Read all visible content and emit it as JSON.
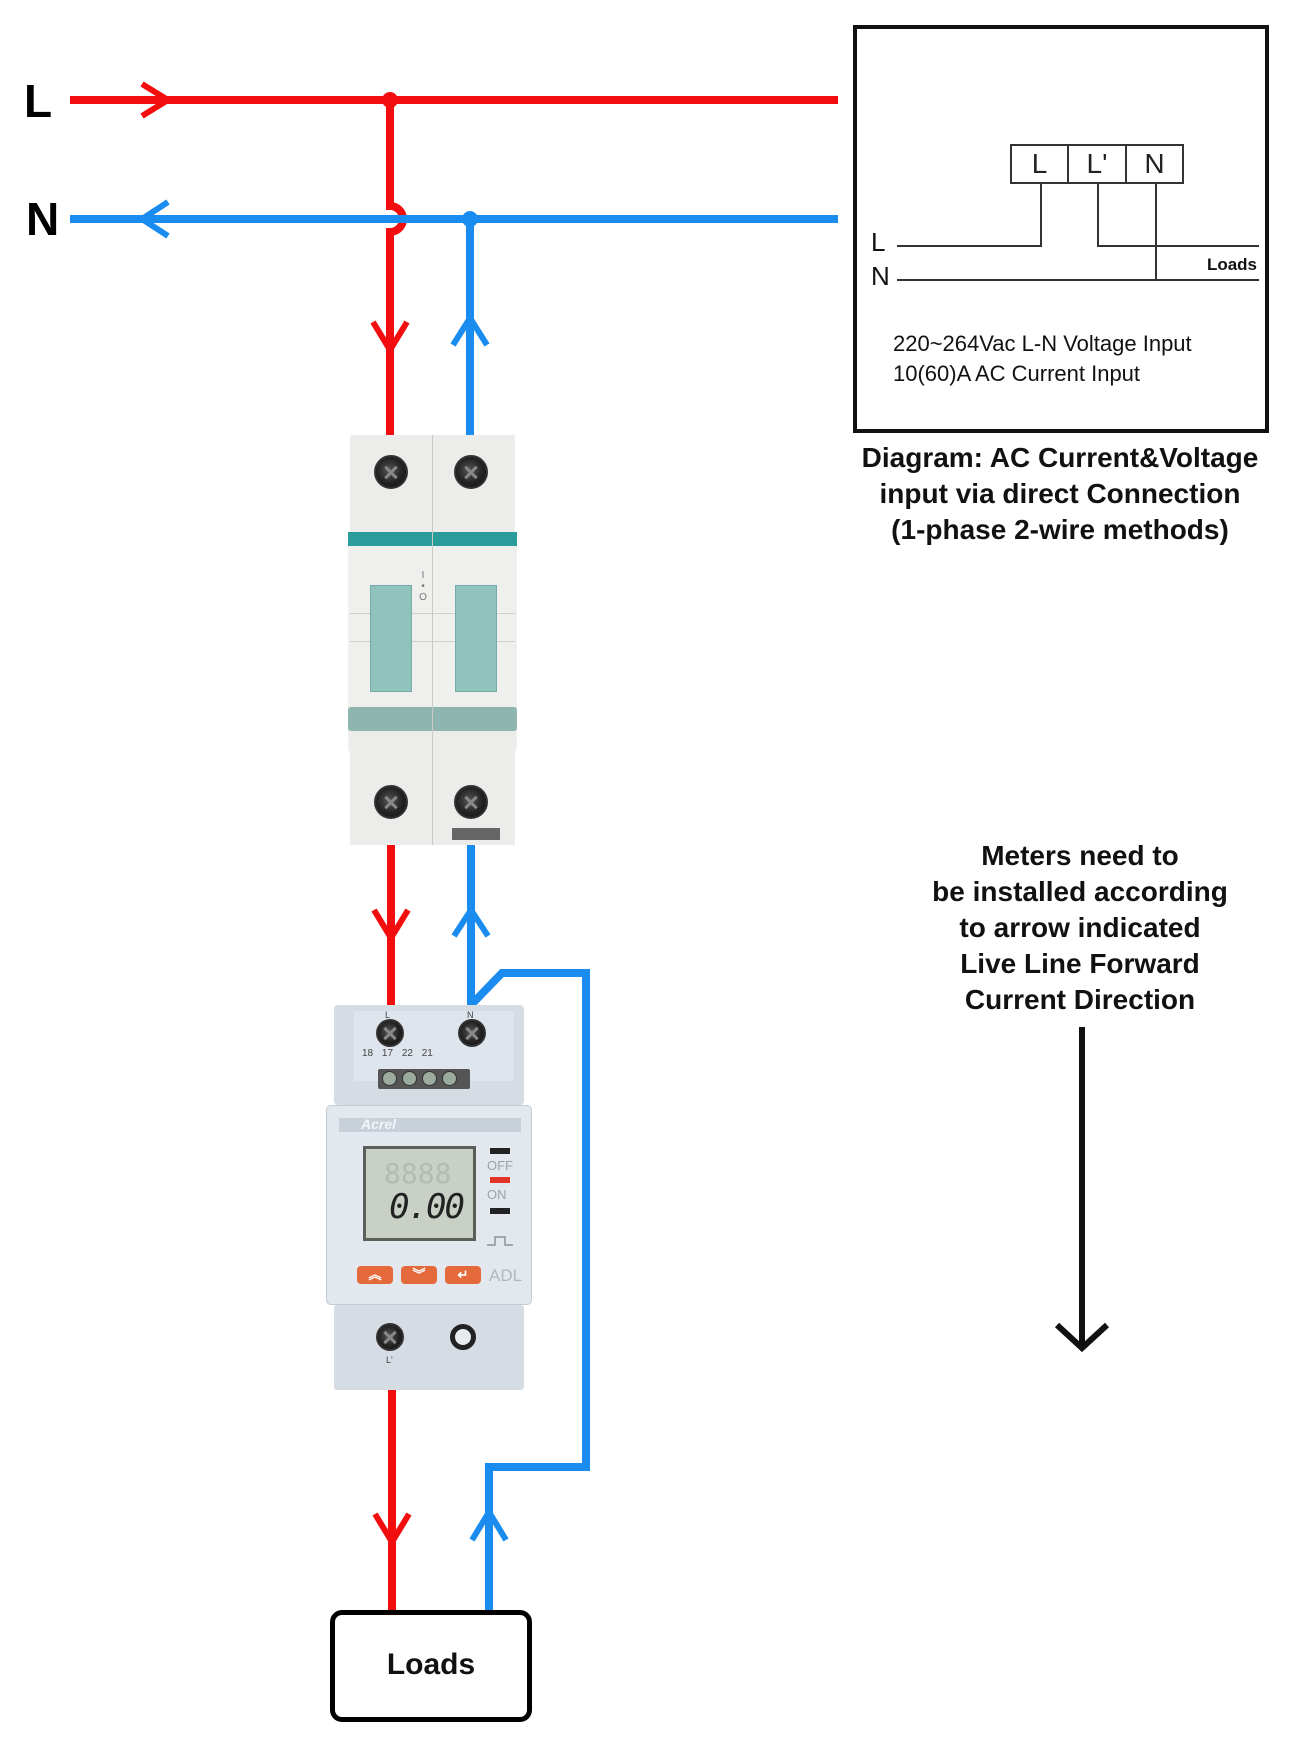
{
  "wiring": {
    "line_label": "L",
    "neutral_label": "N",
    "colors": {
      "live": "#f20e0e",
      "neutral": "#1a8cf0",
      "ink": "#111111"
    }
  },
  "inset_schematic": {
    "terminals": [
      "L",
      "L'",
      "N"
    ],
    "side_labels": {
      "live": "L",
      "neutral": "N"
    },
    "loads_label": "Loads",
    "spec_lines": [
      "220~264Vac L-N Voltage Input",
      "10(60)A AC Current Input"
    ]
  },
  "caption": {
    "lines": [
      "Diagram: AC Current&Voltage",
      "input via direct Connection",
      "(1-phase 2-wire methods)"
    ]
  },
  "installation_note": {
    "lines": [
      "Meters need to",
      "be installed according",
      "to arrow indicated",
      "Live Line Forward",
      "Current Direction"
    ]
  },
  "breaker": {
    "on_off_symbol": "I\n•\nO"
  },
  "meter": {
    "brand": "Acrel",
    "model": "ADL",
    "display_value": "0.00",
    "display_ghost": "8888",
    "top_terminals": [
      "L",
      "N"
    ],
    "aux_terminals": [
      "18",
      "17",
      "22",
      "21"
    ],
    "bottom_terminal": "L'",
    "indicators": [
      "OFF",
      "ON"
    ],
    "buttons": [
      {
        "name": "up",
        "glyph": "︽"
      },
      {
        "name": "down",
        "glyph": "︾"
      },
      {
        "name": "enter",
        "glyph": "↵"
      }
    ]
  },
  "loads_box": {
    "label": "Loads"
  }
}
